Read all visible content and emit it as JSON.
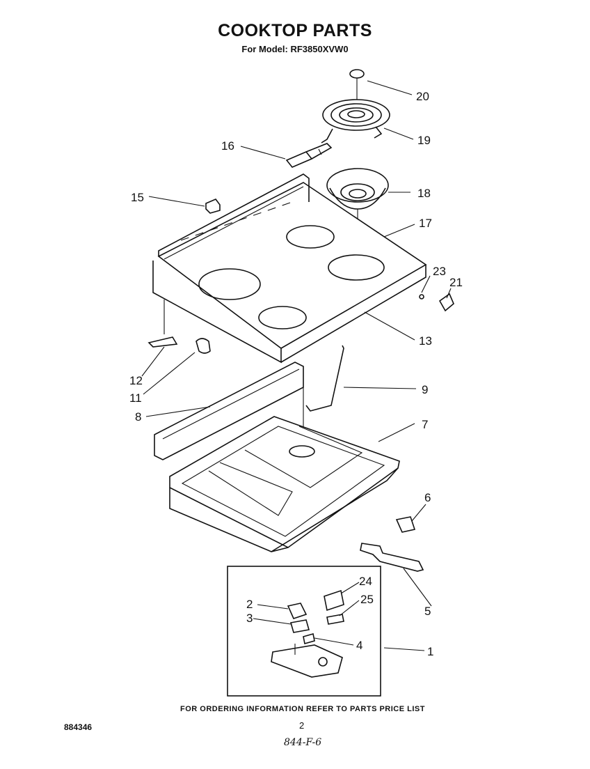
{
  "header": {
    "title": "COOKTOP PARTS",
    "subtitle": "For Model: RF3850XVW0"
  },
  "callouts": [
    "20",
    "19",
    "16",
    "18",
    "15",
    "17",
    "23",
    "21",
    "13",
    "12",
    "11",
    "9",
    "8",
    "7",
    "6",
    "24",
    "2",
    "25",
    "3",
    "4",
    "1",
    "5"
  ],
  "footer": {
    "ordering_note": "FOR ORDERING INFORMATION REFER TO PARTS PRICE LIST",
    "doc_number": "884346",
    "page_number": "2",
    "handwritten_note": "844-F-6"
  }
}
